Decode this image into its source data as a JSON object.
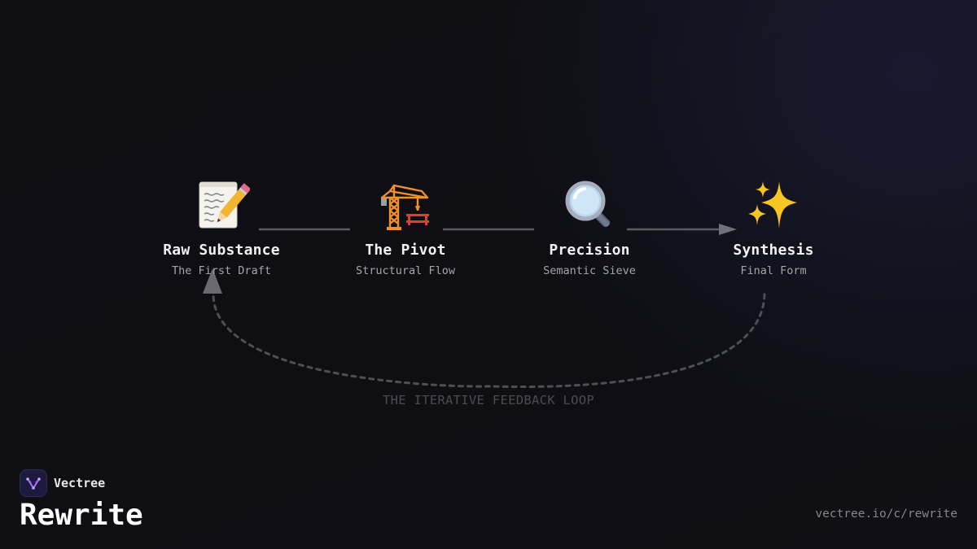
{
  "steps": [
    {
      "icon": "memo-icon",
      "title": "Raw Substance",
      "subtitle": "The First Draft"
    },
    {
      "icon": "construction-crane-icon",
      "title": "The Pivot",
      "subtitle": "Structural Flow"
    },
    {
      "icon": "magnifying-glass-icon",
      "title": "Precision",
      "subtitle": "Semantic Sieve"
    },
    {
      "icon": "sparkles-icon",
      "title": "Synthesis",
      "subtitle": "Final Form"
    }
  ],
  "loop_label": "THE ITERATIVE FEEDBACK LOOP",
  "brand": {
    "name": "Vectree",
    "logo_icon": "vectree-logo-icon"
  },
  "page": {
    "title": "Rewrite",
    "url": "vectree.io/c/rewrite"
  },
  "colors": {
    "background": "#0e0e13",
    "connector": "#5b5b62",
    "loop": "#4e4e55",
    "accent": "#8b5cf6"
  }
}
